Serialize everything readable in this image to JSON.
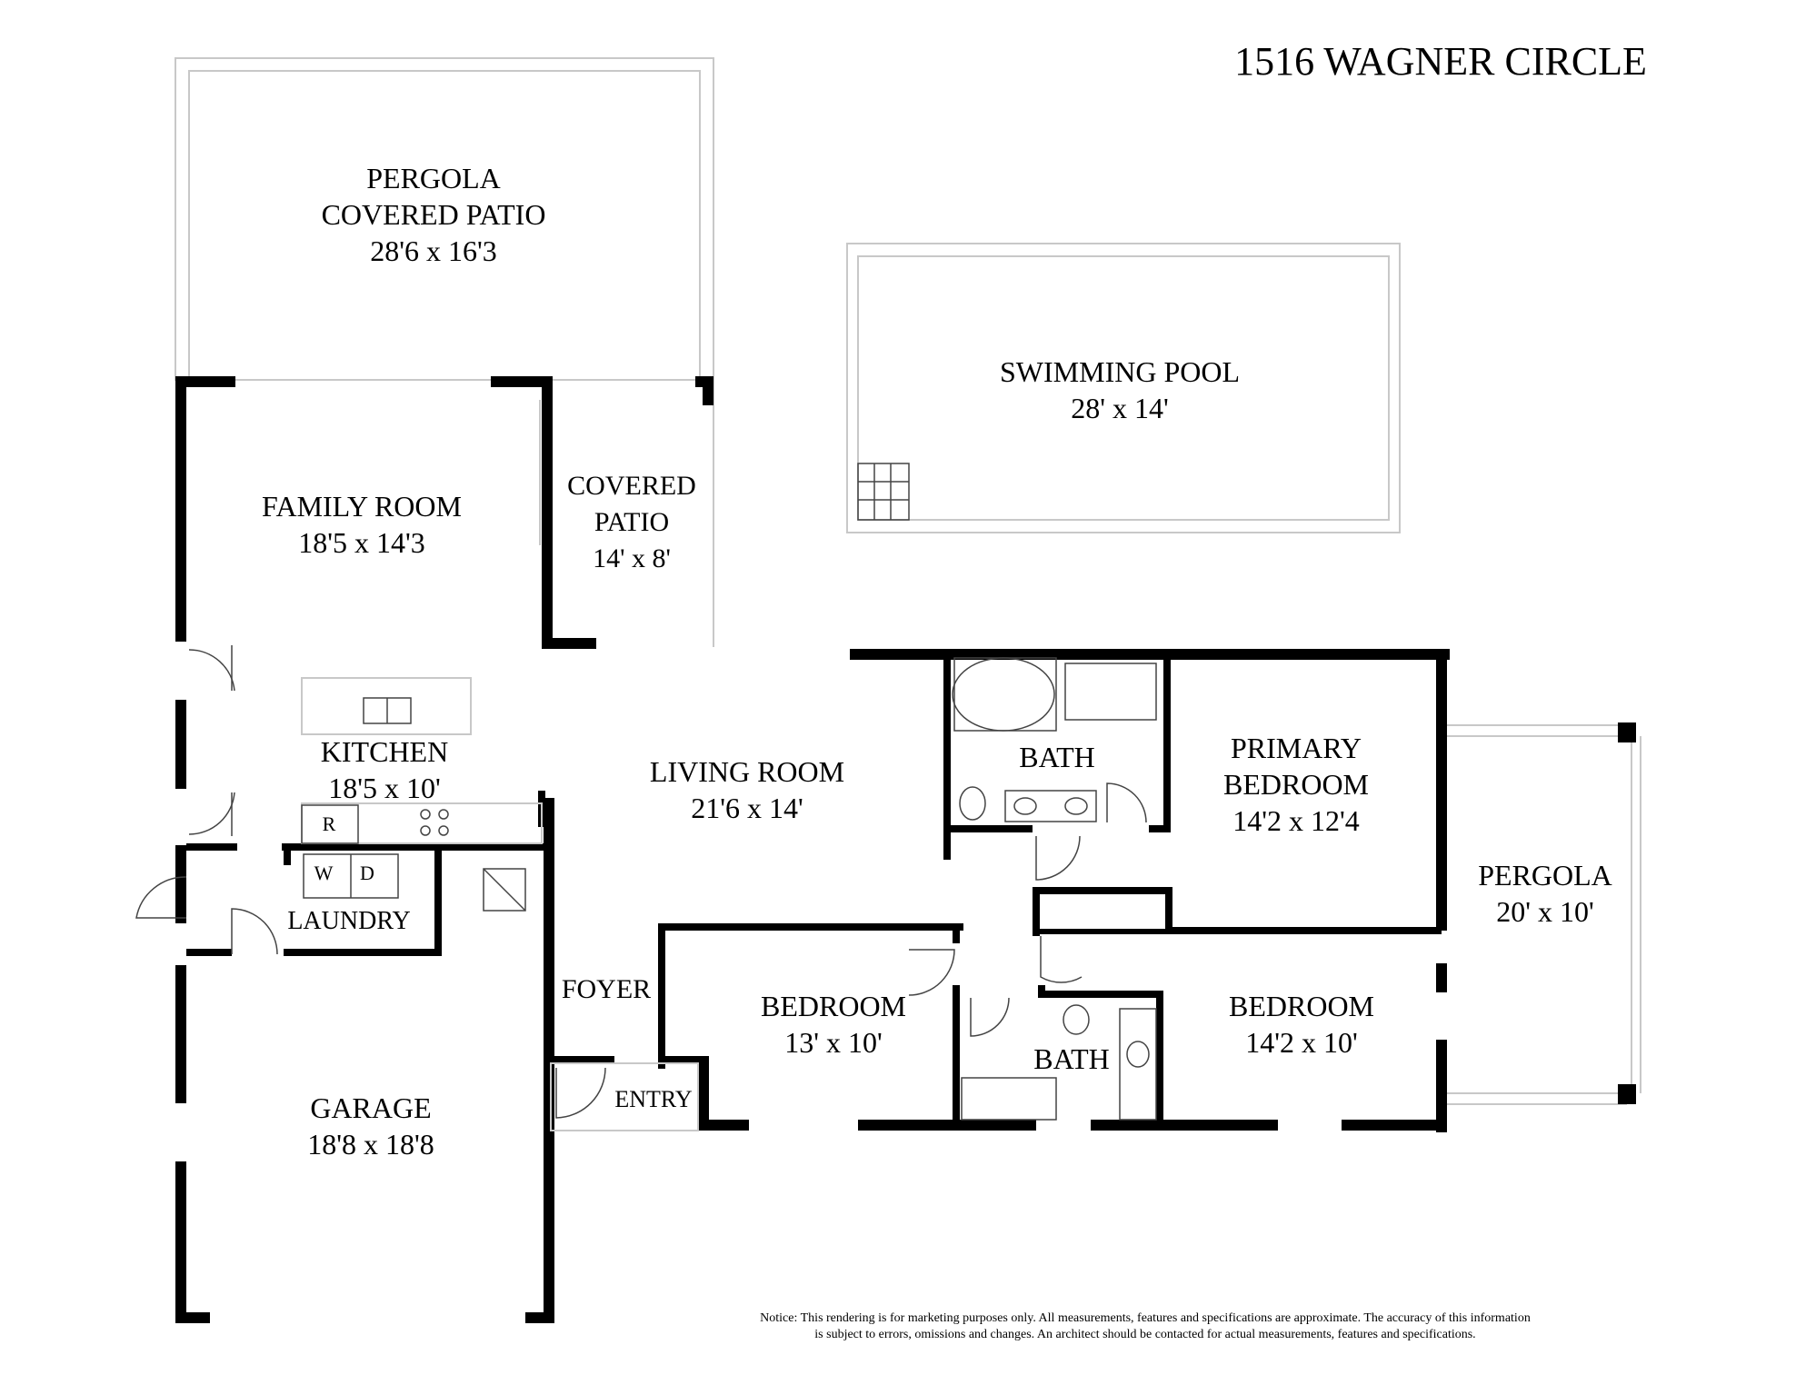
{
  "title": "1516 WAGNER CIRCLE",
  "rooms": [
    {
      "key": "pergola_patio",
      "lines": [
        "PERGOLA",
        "COVERED PATIO",
        "28'6 x 16'3"
      ]
    },
    {
      "key": "pool",
      "lines": [
        "SWIMMING POOL",
        "28' x 14'"
      ]
    },
    {
      "key": "family",
      "lines": [
        "FAMILY ROOM",
        "18'5 x 14'3"
      ]
    },
    {
      "key": "covered_patio",
      "lines": [
        "COVERED",
        "PATIO",
        "14' x 8'"
      ]
    },
    {
      "key": "kitchen",
      "lines": [
        "KITCHEN",
        "18'5 x 10'"
      ]
    },
    {
      "key": "living",
      "lines": [
        "LIVING ROOM",
        "21'6 x 14'"
      ]
    },
    {
      "key": "bath1",
      "lines": [
        "BATH"
      ]
    },
    {
      "key": "primary",
      "lines": [
        "PRIMARY",
        "BEDROOM",
        "14'2 x 12'4"
      ]
    },
    {
      "key": "pergola_side",
      "lines": [
        "PERGOLA",
        "20' x 10'"
      ]
    },
    {
      "key": "laundry",
      "lines": [
        "LAUNDRY"
      ]
    },
    {
      "key": "foyer",
      "lines": [
        "FOYER"
      ]
    },
    {
      "key": "bedroom1",
      "lines": [
        "BEDROOM",
        "13' x 10'"
      ]
    },
    {
      "key": "bath2",
      "lines": [
        "BATH"
      ]
    },
    {
      "key": "bedroom2",
      "lines": [
        "BEDROOM",
        "14'2 x 10'"
      ]
    },
    {
      "key": "entry",
      "lines": [
        "ENTRY"
      ]
    },
    {
      "key": "garage",
      "lines": [
        "GARAGE",
        "18'8 x 18'8"
      ]
    }
  ],
  "appliances": {
    "refrigerator": "R",
    "washer": "W",
    "dryer": "D"
  },
  "notice": [
    "Notice: This rendering is for marketing purposes only. All measurements, features and specifications are approximate. The accuracy of this information",
    "is subject to errors, omissions and changes. An architect should be contacted for actual measurements, features and specifications."
  ]
}
